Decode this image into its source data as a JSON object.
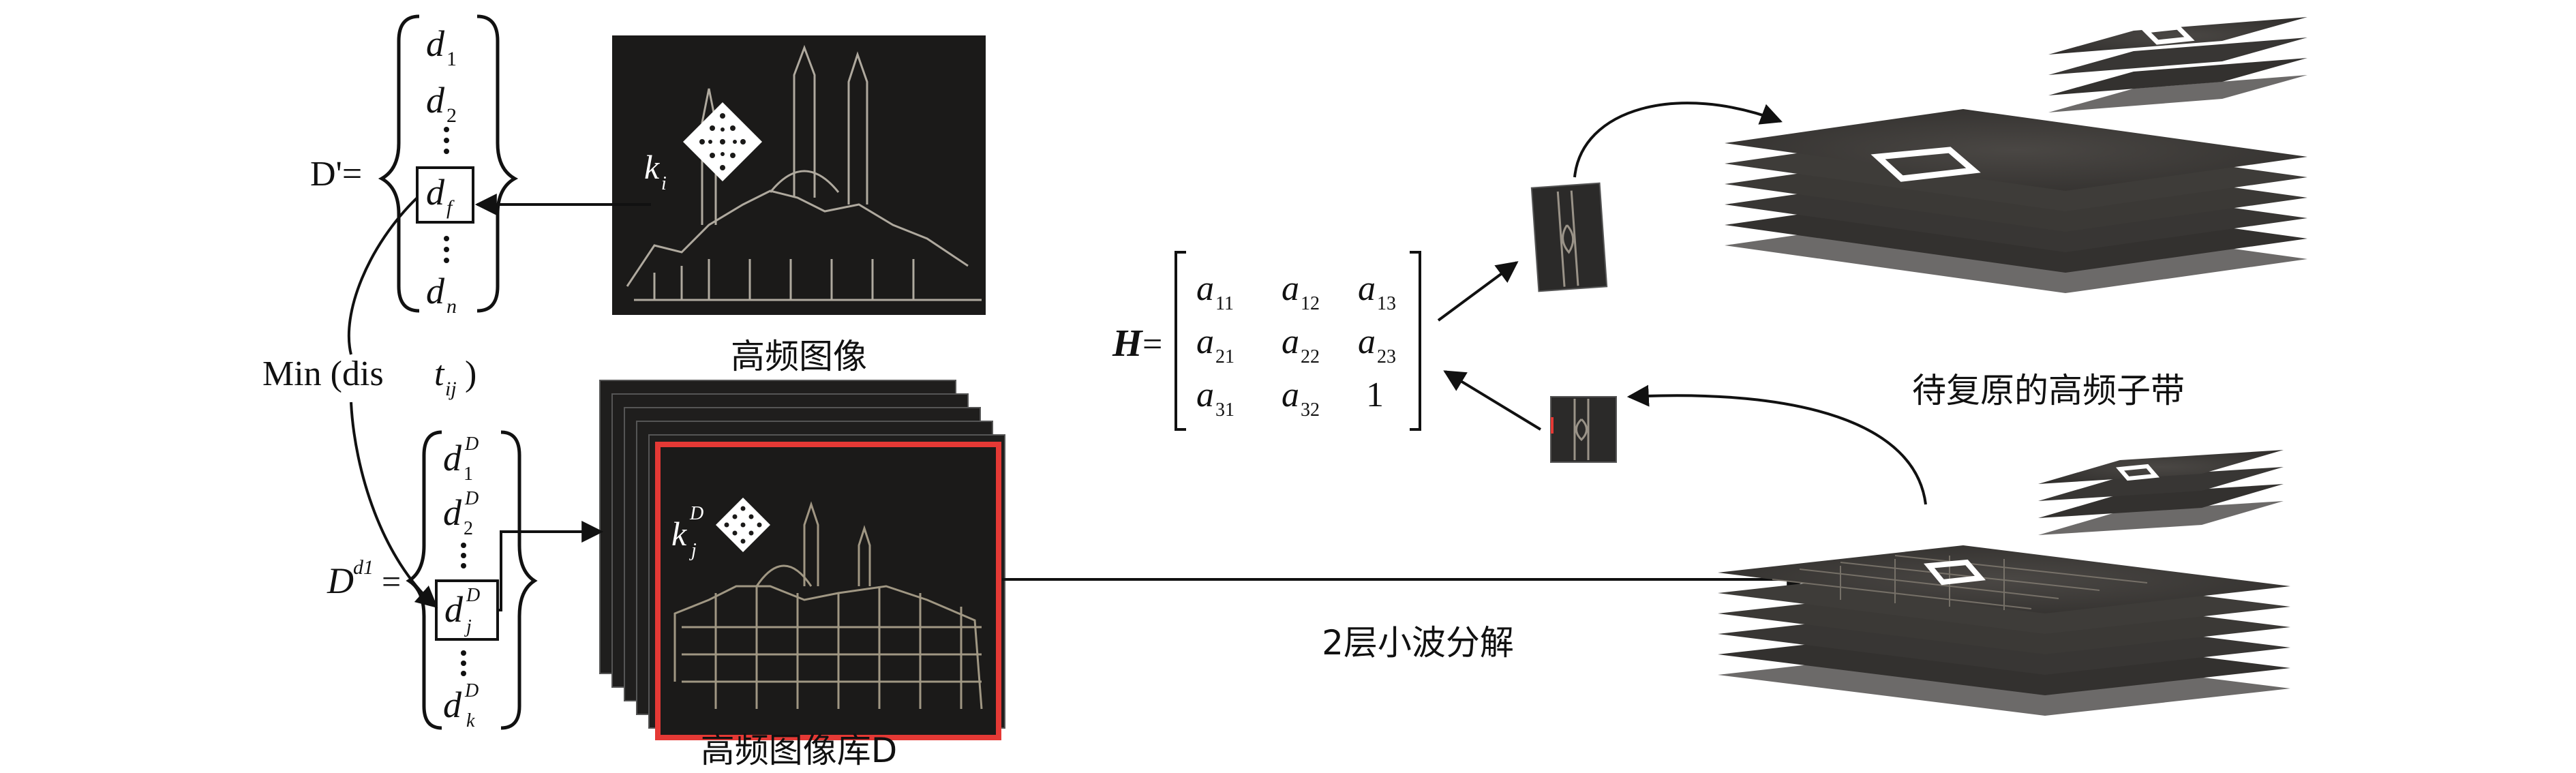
{
  "vector_top": {
    "lhs": "D'=",
    "entries": [
      {
        "base": "d",
        "sub": "1"
      },
      {
        "base": "d",
        "sub": "2"
      },
      {
        "base": "d",
        "sub": "f"
      },
      {
        "base": "d",
        "sub": "n"
      }
    ]
  },
  "vector_bottom": {
    "lhs_base": "D",
    "lhs_sup": "d1",
    "lhs_eq": "=",
    "entries": [
      {
        "base": "d",
        "sub": "1",
        "sup": "D"
      },
      {
        "base": "d",
        "sub": "2",
        "sup": "D"
      },
      {
        "base": "d",
        "sub": "j",
        "sup": "D"
      },
      {
        "base": "d",
        "sub": "k",
        "sup": "D"
      }
    ]
  },
  "min_label": {
    "prefix": "Min (dis ",
    "var": "t",
    "sub": "ij",
    "suffix": ")"
  },
  "keypoint_top": {
    "base": "k",
    "sub": "i"
  },
  "keypoint_bottom": {
    "base": "k",
    "sub": "j",
    "sup": "D"
  },
  "captions": {
    "high_freq_image": "高频图像",
    "high_freq_library": "高频图像库D",
    "wavelet": "2层小波分解",
    "subbands": "待复原的高频子带"
  },
  "homography": {
    "lhs": "H",
    "eq": "=",
    "rows": [
      [
        {
          "b": "a",
          "s": "11"
        },
        {
          "b": "a",
          "s": "12"
        },
        {
          "b": "a",
          "s": "13"
        }
      ],
      [
        {
          "b": "a",
          "s": "21"
        },
        {
          "b": "a",
          "s": "22"
        },
        {
          "b": "a",
          "s": "23"
        }
      ],
      [
        {
          "b": "a",
          "s": "31"
        },
        {
          "b": "a",
          "s": "32"
        },
        {
          "b": "1",
          "s": ""
        }
      ]
    ]
  },
  "colors": {
    "highlight_frame": "#e53935",
    "layer": "#3d3b38",
    "line": "#111111"
  }
}
